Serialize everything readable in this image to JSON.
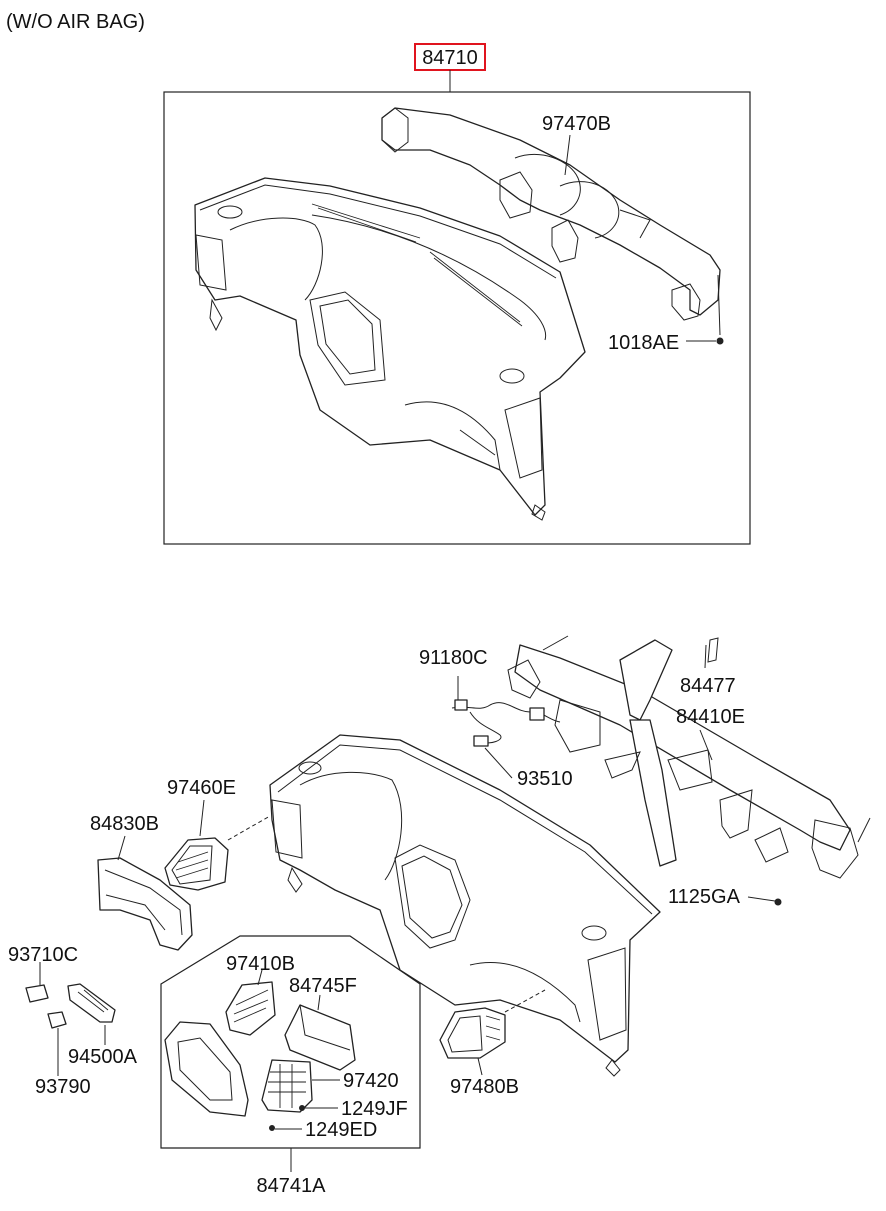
{
  "header": {
    "variant_note": "(W/O AIR BAG)"
  },
  "assembly": {
    "part_number": "84710",
    "highlight_color": "#e0141e"
  },
  "parts": {
    "p97470B": "97470B",
    "p1018AE": "1018AE",
    "p91180C": "91180C",
    "p84477": "84477",
    "p84410E": "84410E",
    "p93510": "93510",
    "p97460E": "97460E",
    "p84830B": "84830B",
    "p1125GA": "1125GA",
    "p93710C": "93710C",
    "p97410B": "97410B",
    "p84745F": "84745F",
    "p94500A": "94500A",
    "p93790": "93790",
    "p97420": "97420",
    "p97480B": "97480B",
    "p1249JF": "1249JF",
    "p1249ED": "1249ED",
    "p84741A": "84741A"
  }
}
